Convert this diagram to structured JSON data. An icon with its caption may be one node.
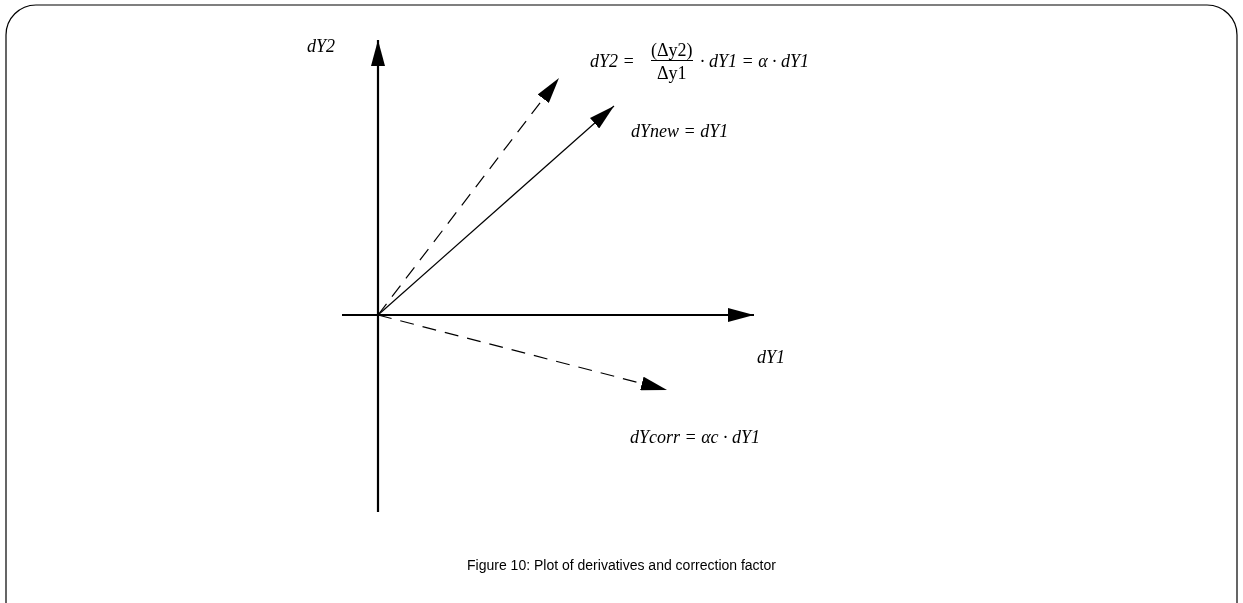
{
  "diagram": {
    "caption": "Figure 10: Plot of derivatives and correction factor",
    "labels": [
      "dY2",
      "dY2 =",
      "(Δy2)",
      "Δy1",
      "· dY1 = α · dY1",
      "dYnew = dY1",
      "dY1",
      "dYcorr = αc · dY1"
    ]
  }
}
